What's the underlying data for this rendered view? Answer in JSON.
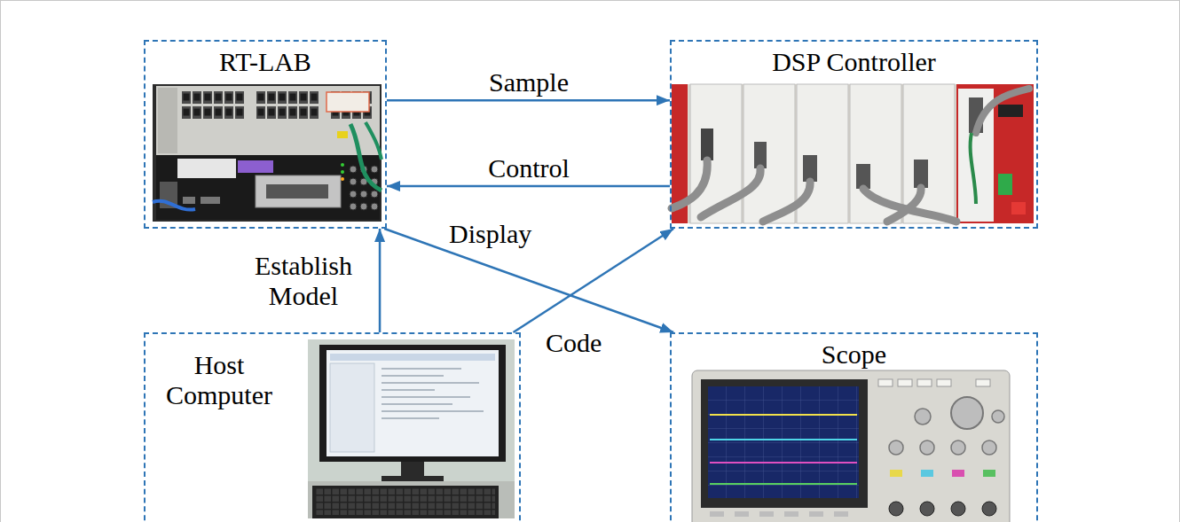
{
  "diagram": {
    "nodes": [
      {
        "text": [
          "RT-LAB"
        ]
      },
      {
        "text": [
          "DSP Controller"
        ]
      },
      {
        "text": [
          "Host Computer"
        ]
      },
      {
        "text": [
          "Scope"
        ]
      }
    ],
    "edges": [
      {
        "from": 0,
        "to": 1,
        "arrow": "to",
        "label": "Sample"
      },
      {
        "from": 1,
        "to": 0,
        "arrow": "to",
        "label": "Control"
      },
      {
        "from": 2,
        "to": 0,
        "arrow": "to",
        "label": "Establish Model"
      },
      {
        "from": 2,
        "to": 1,
        "arrow": "to",
        "label": "Code"
      },
      {
        "from": 0,
        "to": 3,
        "arrow": "to",
        "label": "Display"
      }
    ]
  }
}
